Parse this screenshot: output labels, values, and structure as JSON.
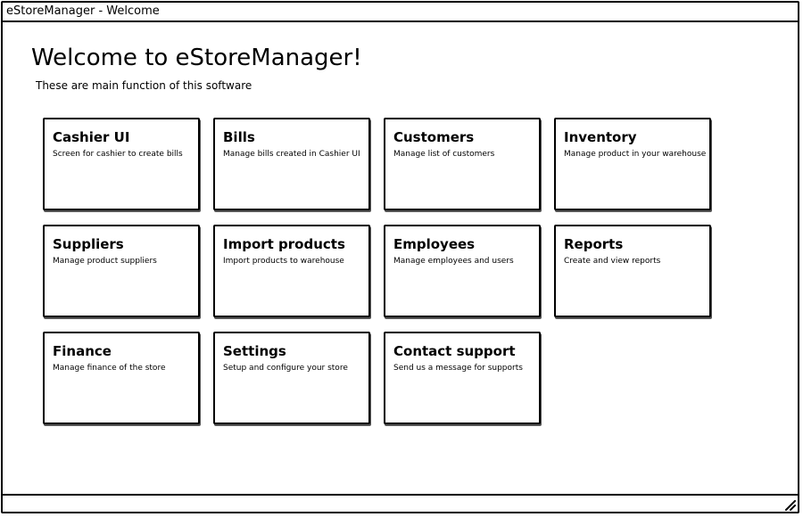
{
  "window": {
    "title": "eStoreManager - Welcome"
  },
  "main": {
    "heading": "Welcome to eStoreManager!",
    "subheading": "These are main function of this software"
  },
  "cards": [
    {
      "title": "Cashier UI",
      "desc": "Screen for cashier to create bills"
    },
    {
      "title": "Bills",
      "desc": "Manage bills created in Cashier UI"
    },
    {
      "title": "Customers",
      "desc": "Manage list of customers"
    },
    {
      "title": "Inventory",
      "desc": "Manage product in your warehouse"
    },
    {
      "title": "Suppliers",
      "desc": "Manage product suppliers"
    },
    {
      "title": "Import products",
      "desc": "Import products to warehouse"
    },
    {
      "title": "Employees",
      "desc": "Manage employees and users"
    },
    {
      "title": "Reports",
      "desc": "Create and view reports"
    },
    {
      "title": "Finance",
      "desc": "Manage finance of the store"
    },
    {
      "title": "Settings",
      "desc": "Setup and configure your store"
    },
    {
      "title": "Contact support",
      "desc": "Send us a message for supports"
    }
  ],
  "icons": {
    "resize_grip": "resize-grip-icon"
  }
}
